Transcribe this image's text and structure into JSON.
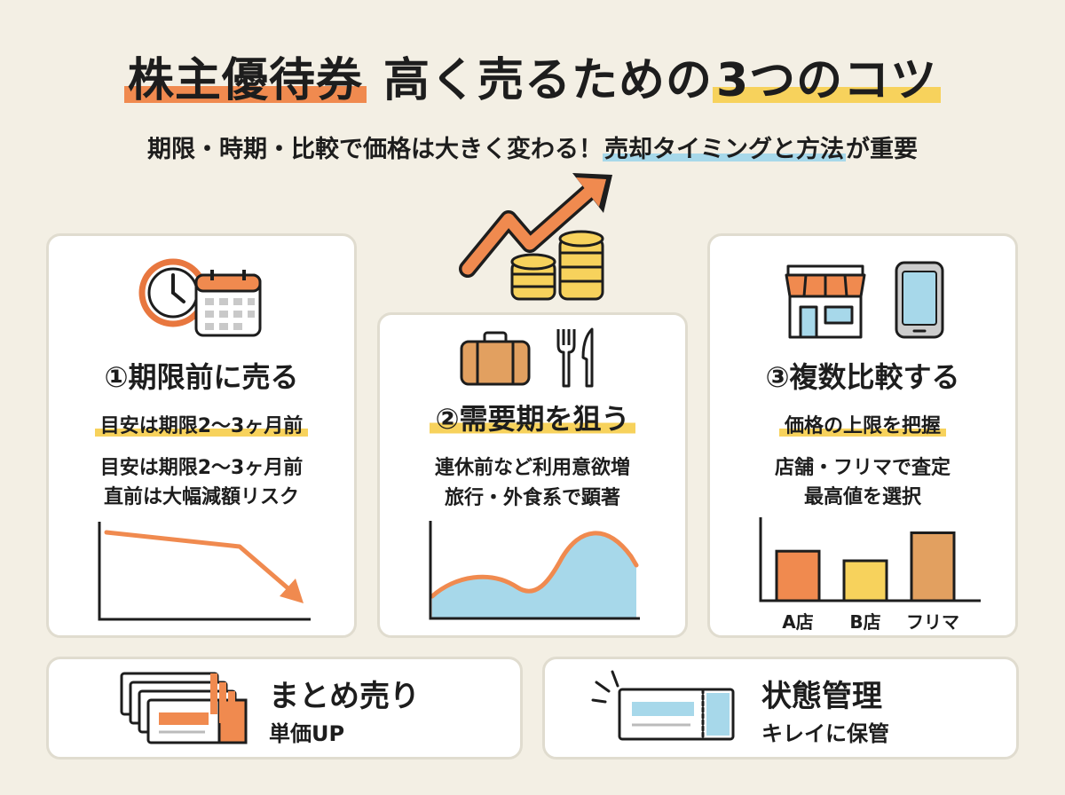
{
  "header": {
    "title_part1": "株主優待券",
    "title_part2": "高く売るための",
    "title_part3": "3つのコツ",
    "subtitle_plain": "期限・時期・比較で価格は大きく変わる！",
    "subtitle_highlight": "売却タイミングと方法",
    "subtitle_tail": "が重要"
  },
  "tips": [
    {
      "title": "①期限前に売る",
      "highlight": "目安は期限2〜3ヶ月前",
      "lines": [
        "目安は期限2〜3ヶ月前",
        "直前は大幅減額リスク"
      ]
    },
    {
      "title": "②需要期を狙う",
      "lines": [
        "連休前など利用意欲増",
        "旅行・外食系で顕著"
      ]
    },
    {
      "title": "③複数比較する",
      "highlight": "価格の上限を把握",
      "lines": [
        "店舗・フリマで査定",
        "最高値を選択"
      ]
    }
  ],
  "bottom": [
    {
      "title": "まとめ売り",
      "sub": "単価UP"
    },
    {
      "title": "状態管理",
      "sub": "キレイに保管"
    }
  ],
  "chart_data": {
    "type": "bar",
    "categories": [
      "A店",
      "B店",
      "フリマ"
    ],
    "values": [
      0.62,
      0.5,
      0.85
    ],
    "colors": [
      "#f08a4f",
      "#f7d25c",
      "#e2a060"
    ]
  },
  "colors": {
    "orange": "#f08a4f",
    "yellow": "#f7d25c",
    "blue": "#a7d8ea",
    "background": "#f3efe4"
  }
}
